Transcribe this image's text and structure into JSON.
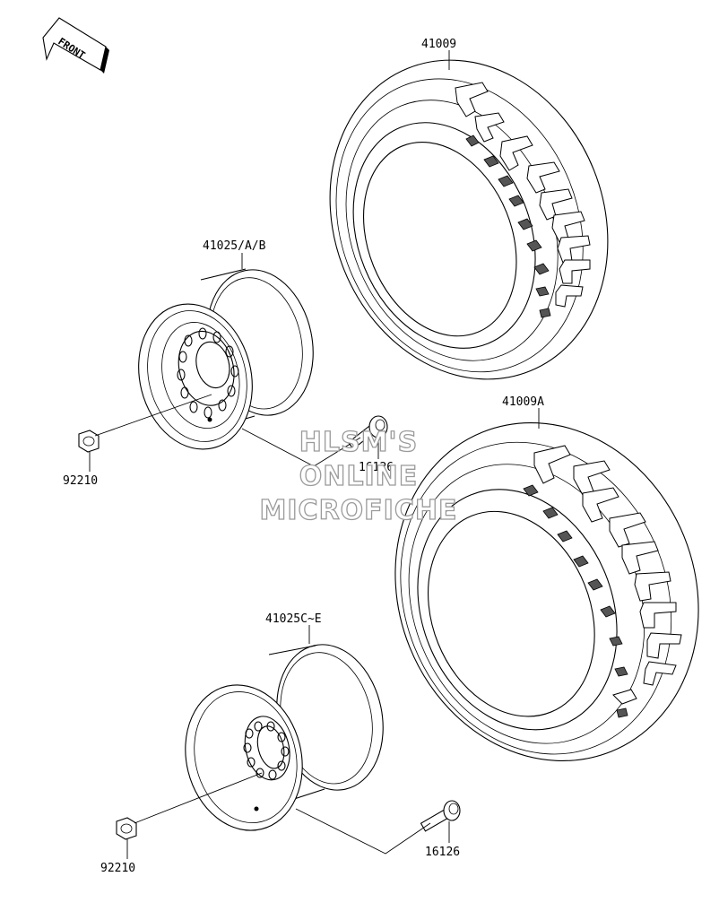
{
  "front_badge": {
    "text": "FRONT"
  },
  "parts": {
    "tire_front": "41009",
    "tire_rear": "41009A",
    "wheel_front": "41025/A/B",
    "wheel_rear": "41025C~E",
    "nut_front": "92210",
    "nut_rear": "92210",
    "valve_front": "16126",
    "valve_rear": "16126"
  },
  "watermark": {
    "line1": "HLSM'S",
    "line2": "ONLINE",
    "line3": "MICROFICHE"
  }
}
